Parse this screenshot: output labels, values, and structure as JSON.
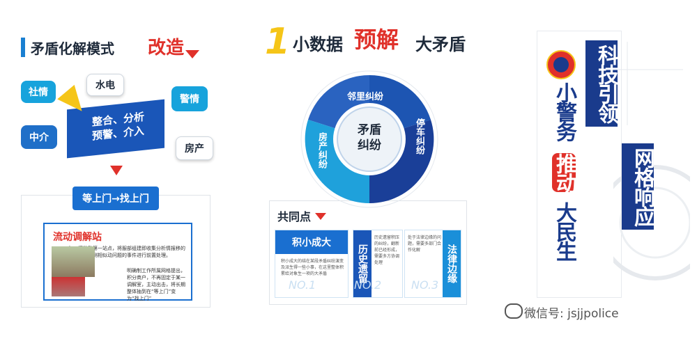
{
  "left": {
    "title_a": "矛盾化解模式",
    "title_b": "改造",
    "sources": [
      "社情",
      "水电",
      "警情",
      "中介",
      "房产"
    ],
    "center": "整合、分析\n预警、介入",
    "flow": "等上门→找上门",
    "station": {
      "title": "流动调解站",
      "text1": "每一间移动第一站点，将服部组建即收集分析情报移的部，提前预测相似动问题的事件进行前置处理。",
      "text2": "明确制工作所属网格提出，积分商户，不再固定于某一调解室，主动出击，将长期整体抽到在“等上门”变为“找上门”"
    }
  },
  "middle": {
    "num": "1",
    "title_a": "小数据",
    "title_b": "预解",
    "title_c": "大矛盾",
    "donut": {
      "center": "矛盾\n纠纷",
      "segments": [
        {
          "label": "邻里纠纷",
          "color": "#1d55b2"
        },
        {
          "label": "停车纠纷",
          "color": "#1a3f98"
        },
        {
          "label": "房产纠纷",
          "color": "#1fa1db"
        }
      ]
    },
    "common": "共同点",
    "cards": [
      {
        "head": "积小成大",
        "text": "积小成大的结在某段矛盾纠纷演变及派生得一些小事，在这里整体积累给对象生一项的大矛盾",
        "no": "NO.1"
      },
      {
        "head": "历史遗留",
        "text": "历史遗留积压的纠纷，翻新前已经形成，需要多方协调处理",
        "no": "NO.2"
      },
      {
        "head": "法律边缘",
        "text": "处于法律边缘的问题，需要多部门合作化解",
        "no": "NO.3"
      }
    ]
  },
  "right": {
    "col1": "科技引领",
    "col2": "网格响应",
    "col3a": "小警务",
    "col3b": "推动",
    "col3c": "大民生",
    "wechat": "微信号: jsjjpolice"
  },
  "colors": {
    "red": "#e0312a",
    "blue": "#1a6fd0",
    "yellow": "#f5c518",
    "navy": "#1a3b8c"
  }
}
